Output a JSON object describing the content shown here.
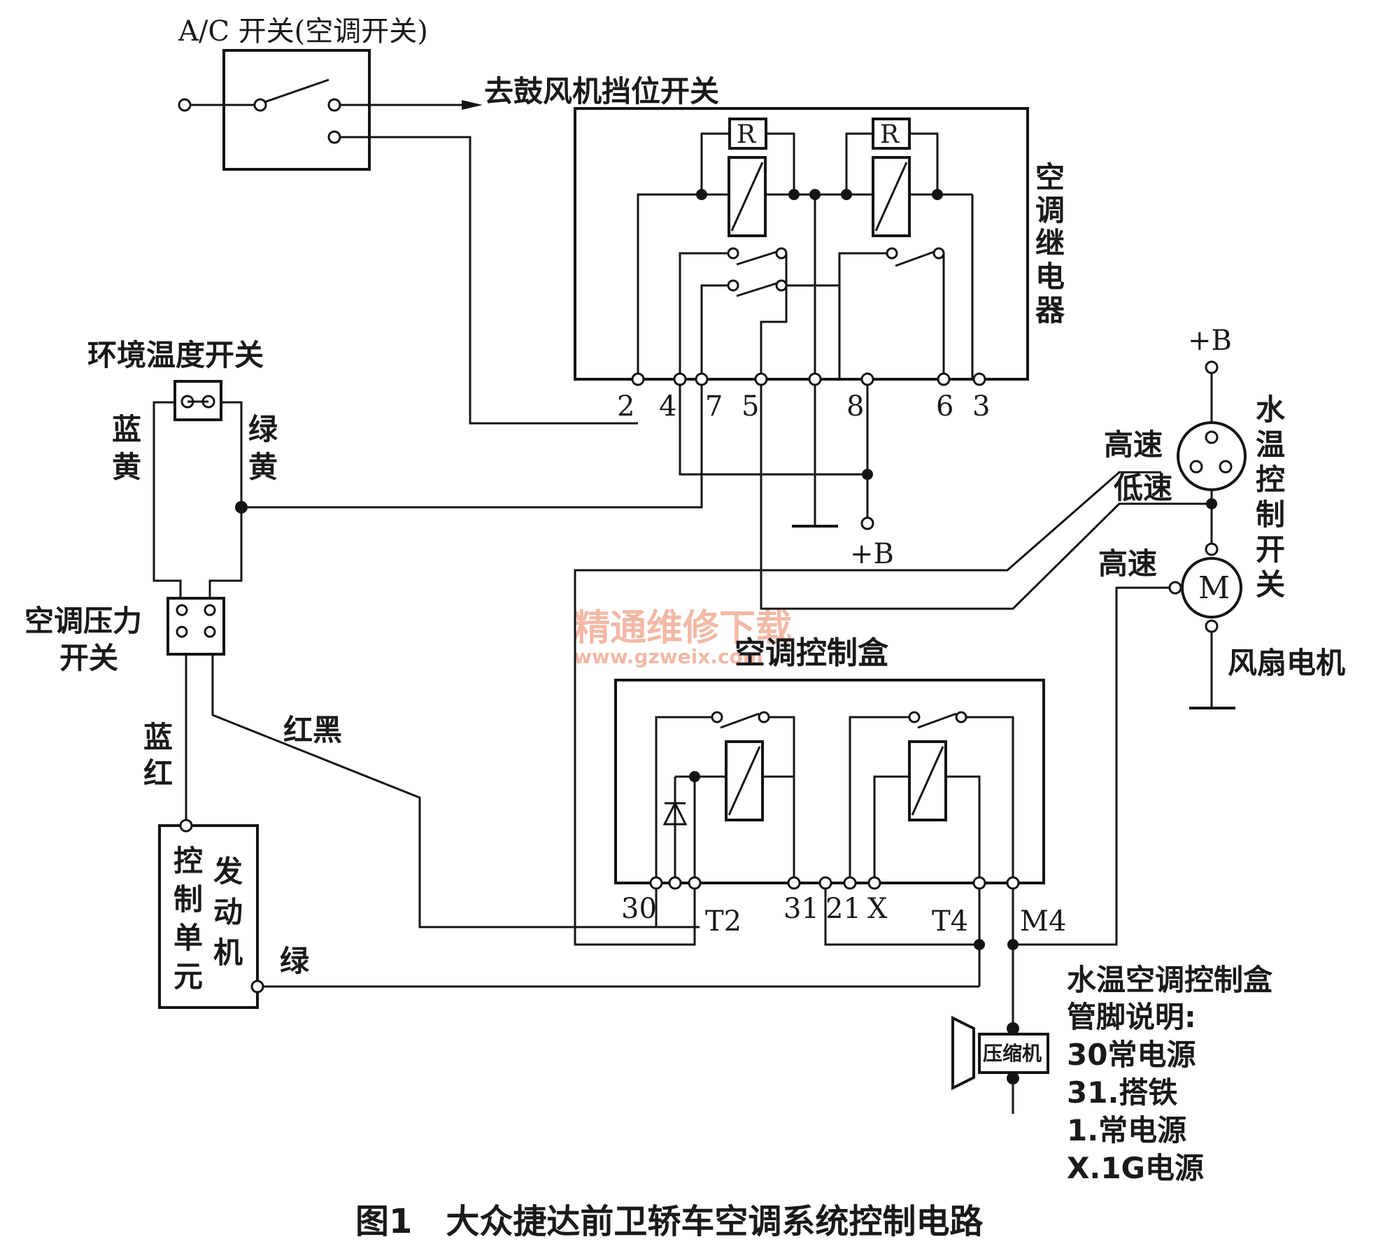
{
  "watermark": {
    "line1": "精通维修下载",
    "line2": "www.gzweix.com"
  },
  "ac_switch": {
    "label": "A/C 开关(空调开关)"
  },
  "blower_note": "去鼓风机挡位开关",
  "relay_box": {
    "label_chars": [
      "空",
      "调",
      "继",
      "电",
      "器"
    ],
    "r_label": "R",
    "pins": [
      "2",
      "4",
      "7",
      "5",
      "8",
      "6",
      "3"
    ]
  },
  "battery_plus": "+B",
  "ambient_switch": {
    "label": "环境温度开关",
    "left_wire": [
      "蓝",
      "黄"
    ],
    "right_wire": [
      "绿",
      "黄"
    ]
  },
  "pressure_switch": {
    "line1": "空调压力",
    "line2": "开关"
  },
  "wire_blue_red": [
    "蓝",
    "红"
  ],
  "wire_red_black": "红黑",
  "wire_green": "绿",
  "ecu": {
    "col1": [
      "发",
      "动",
      "机"
    ],
    "col2": [
      "控",
      "制",
      "单",
      "元"
    ]
  },
  "control_box": {
    "label": "空调控制盒",
    "pins": [
      "30",
      "T2",
      "31",
      "21",
      "X",
      "T4",
      "M4"
    ]
  },
  "temp_switch": {
    "label_chars": [
      "水",
      "温",
      "控",
      "制",
      "开",
      "关"
    ],
    "high": "高速",
    "low": "低速"
  },
  "fan_motor": {
    "symbol": "M",
    "label": "风扇电机",
    "high": "高速"
  },
  "compressor": {
    "label": "压缩机"
  },
  "pin_notes": {
    "title1": "水温空调控制盒",
    "title2": "管脚说明:",
    "items": [
      "30常电源",
      "31.搭铁",
      "1.常电源",
      "X.1G电源"
    ]
  },
  "figure_caption": "图1　大众捷达前卫轿车空调系统控制电路"
}
